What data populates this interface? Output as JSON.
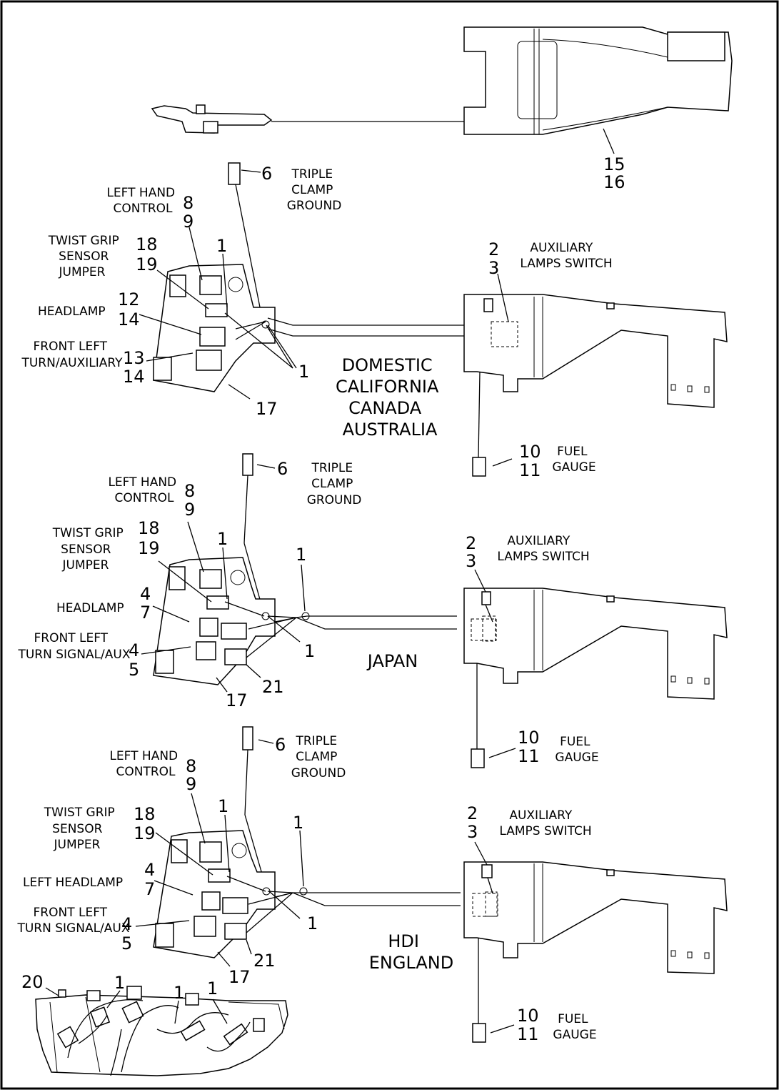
{
  "labels": {
    "p15": "15",
    "p16": "16",
    "d_6": "6",
    "d_triple": [
      "TRIPLE",
      "CLAMP",
      "GROUND"
    ],
    "d_lhc": [
      "LEFT HAND",
      "CONTROL"
    ],
    "d_8": "8",
    "d_9": "9",
    "d_twist": [
      "TWIST GRIP",
      "SENSOR",
      "JUMPER"
    ],
    "d_18": "18",
    "d_19": "19",
    "d_1a": "1",
    "d_2": "2",
    "d_3": "3",
    "d_aux": [
      "AUXILIARY",
      "LAMPS SWITCH"
    ],
    "d_headlamp": "HEADLAMP",
    "d_12": "12",
    "d_14a": "14",
    "d_front": [
      "FRONT LEFT",
      "TURN/AUXILIARY"
    ],
    "d_13": "13",
    "d_14b": "14",
    "d_1b": "1",
    "d_17": "17",
    "d_region": [
      "DOMESTIC",
      "CALIFORNIA",
      "CANADA",
      "AUSTRALIA"
    ],
    "d_10": "10",
    "d_11": "11",
    "d_fuel": [
      "FUEL",
      "GAUGE"
    ],
    "j_6": "6",
    "j_triple": [
      "TRIPLE",
      "CLAMP",
      "GROUND"
    ],
    "j_lhc": [
      "LEFT HAND",
      "CONTROL"
    ],
    "j_8": "8",
    "j_9": "9",
    "j_twist": [
      "TWIST GRIP",
      "SENSOR",
      "JUMPER"
    ],
    "j_18": "18",
    "j_19": "19",
    "j_1a": "1",
    "j_1b": "1",
    "j_2": "2",
    "j_3": "3",
    "j_aux": [
      "AUXILIARY",
      "LAMPS SWITCH"
    ],
    "j_headlamp": "HEADLAMP",
    "j_4a": "4",
    "j_7": "7",
    "j_front": [
      "FRONT LEFT",
      "TURN SIGNAL/AUX"
    ],
    "j_4b": "4",
    "j_5": "5",
    "j_1c": "1",
    "j_21": "21",
    "j_17": "17",
    "j_region": "JAPAN",
    "j_10": "10",
    "j_11": "11",
    "j_fuel": [
      "FUEL",
      "GAUGE"
    ],
    "h_6": "6",
    "h_triple": [
      "TRIPLE",
      "CLAMP",
      "GROUND"
    ],
    "h_lhc": [
      "LEFT HAND",
      "CONTROL"
    ],
    "h_8": "8",
    "h_9": "9",
    "h_twist": [
      "TWIST GRIP",
      "SENSOR",
      "JUMPER"
    ],
    "h_18": "18",
    "h_19": "19",
    "h_1a": "1",
    "h_1b": "1",
    "h_2": "2",
    "h_3": "3",
    "h_aux": [
      "AUXILIARY",
      "LAMPS SWITCH"
    ],
    "h_headlamp": "LEFT HEADLAMP",
    "h_4a": "4",
    "h_7": "7",
    "h_front": [
      "FRONT LEFT",
      "TURN SIGNAL/AUX"
    ],
    "h_4b": "4",
    "h_5": "5",
    "h_1c": "1",
    "h_21": "21",
    "h_17": "17",
    "h_region": [
      "HDI",
      "ENGLAND"
    ],
    "h_10": "10",
    "h_11": "11",
    "h_fuel": [
      "FUEL",
      "GAUGE"
    ],
    "b_20": "20",
    "b_1a": "1",
    "b_1b": "1",
    "b_1c": "1"
  }
}
